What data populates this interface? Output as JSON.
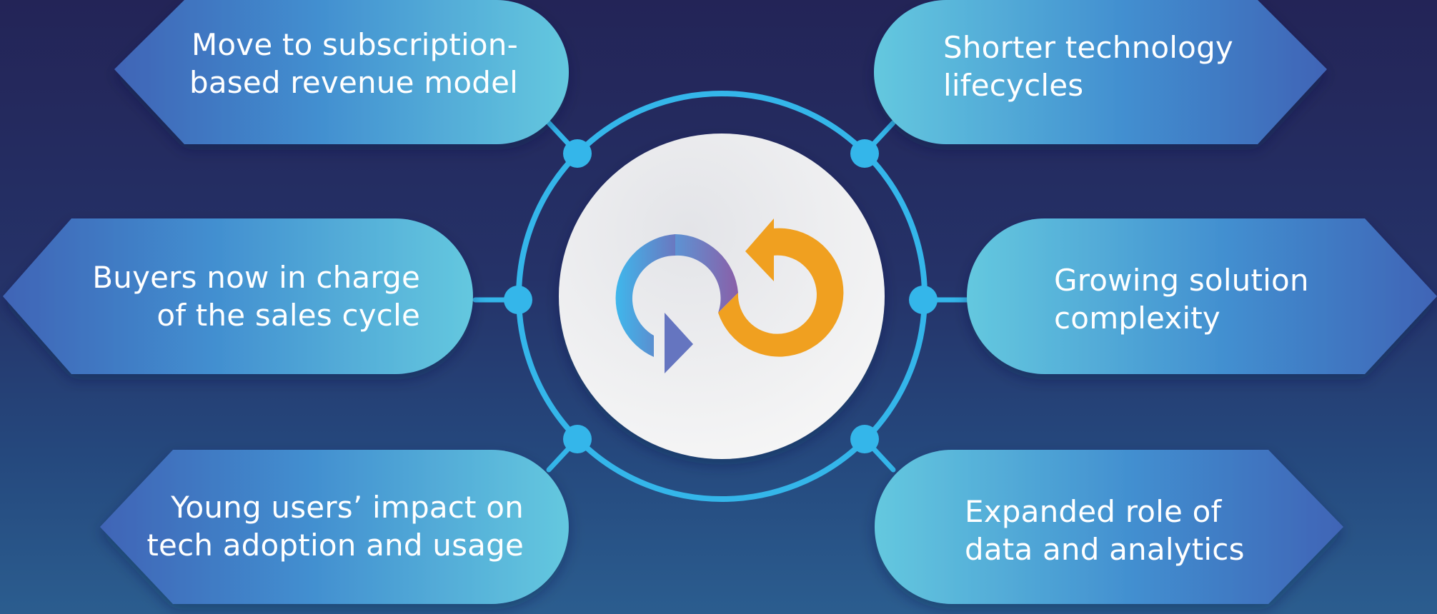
{
  "colors": {
    "ring": "#34b6ea",
    "arrow_orange": "#f0a020",
    "arrow_blue": "#42a8e6",
    "arrow_purple": "#8a5fa8",
    "pill_light": "#62c6df",
    "pill_dark": "#4066b8"
  },
  "center": {
    "icon": "cycle-arrows-icon"
  },
  "items": [
    {
      "id": "subscription",
      "lines": [
        "Move to subscription-",
        "based revenue model"
      ]
    },
    {
      "id": "buyers",
      "lines": [
        "Buyers now in charge",
        "of the sales cycle"
      ]
    },
    {
      "id": "young-users",
      "lines": [
        "Young users’ impact on",
        "tech adoption and usage"
      ]
    },
    {
      "id": "lifecycles",
      "lines": [
        "Shorter technology",
        "lifecycles"
      ]
    },
    {
      "id": "complexity",
      "lines": [
        "Growing solution",
        "complexity"
      ]
    },
    {
      "id": "analytics",
      "lines": [
        "Expanded role of",
        "data and analytics"
      ]
    }
  ]
}
